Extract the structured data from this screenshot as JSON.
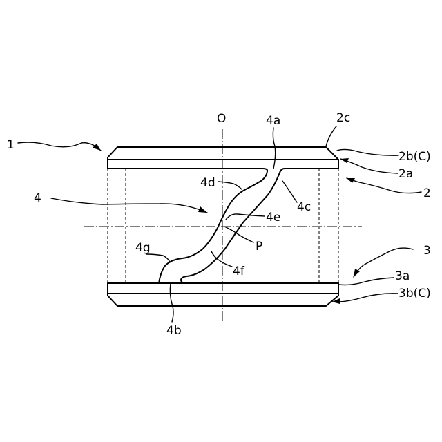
{
  "labels": {
    "l_1": "1",
    "l_O": "O",
    "l_4a": "4a",
    "l_2c": "2c",
    "l_2bC": "2b(C)",
    "l_2a": "2a",
    "l_2": "2",
    "l_4d": "4d",
    "l_4c": "4c",
    "l_4": "4",
    "l_4e": "4e",
    "l_P": "P",
    "l_4g": "4g",
    "l_4f": "4f",
    "l_3": "3",
    "l_3a": "3a",
    "l_3bC": "3b(C)",
    "l_4b": "4b"
  }
}
